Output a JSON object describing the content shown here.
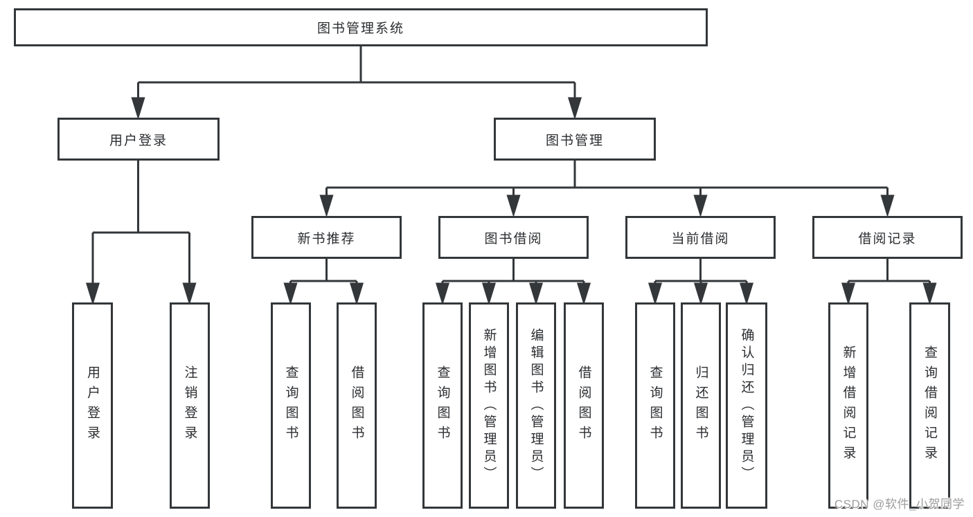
{
  "tree": {
    "root": "图书管理系统",
    "branches": [
      {
        "label": "用户登录",
        "children": [
          "用户登录",
          "注销登录"
        ]
      },
      {
        "label": "图书管理",
        "children": [
          {
            "label": "新书推荐",
            "children": [
              "查询图书",
              "借阅图书"
            ]
          },
          {
            "label": "图书借阅",
            "children": [
              "查询图书",
              "新增图书（管理员）",
              "编辑图书（管理员）",
              "借阅图书"
            ]
          },
          {
            "label": "当前借阅",
            "children": [
              "查询图书",
              "归还图书",
              "确认归还（管理员）"
            ]
          },
          {
            "label": "借阅记录",
            "children": [
              "新增借阅记录",
              "查询借阅记录"
            ]
          }
        ]
      }
    ]
  },
  "watermark": {
    "text": "CSDN @软件_小贺同学"
  },
  "colors": {
    "line": "#33373a",
    "box_border": "#33373a",
    "text": "#2b2d30",
    "watermark": "#9d9d9d",
    "background": "#ffffff"
  }
}
